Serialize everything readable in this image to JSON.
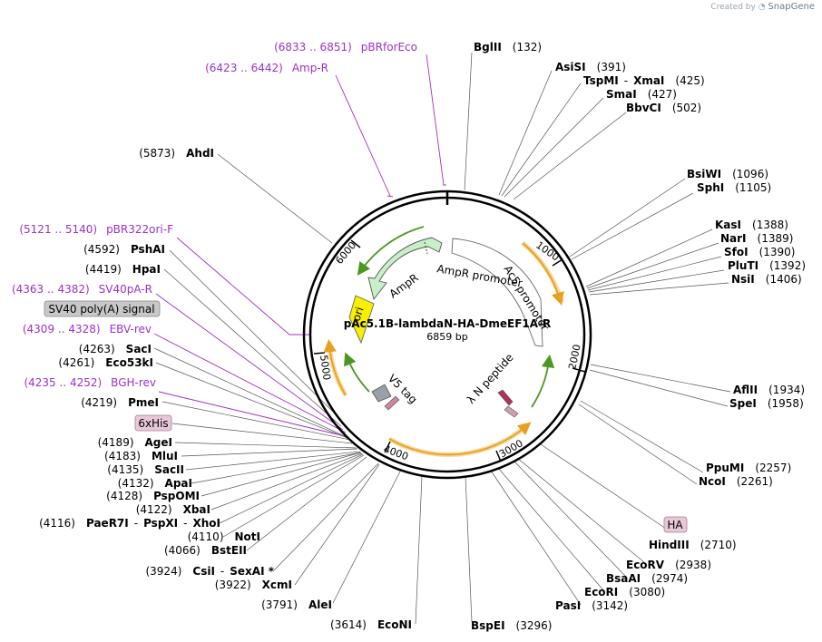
{
  "credit": {
    "prefix": "Created by",
    "brand": "SnapGene"
  },
  "plasmid": {
    "name": "pAc5.1B-lambdaN-HA-DmeEF1A-R",
    "length": "6859 bp"
  },
  "ticks": [
    "1000",
    "2000",
    "3000",
    "4000",
    "5000",
    "6000"
  ],
  "features": {
    "ampr": "AmpR",
    "ampr_promoter": "AmpR promoter",
    "ac5_promoter": "Ac5 promoter",
    "ori": "ori",
    "v5_tag": "V5 tag",
    "lambda_n": "λ N peptide"
  },
  "colors": {
    "orange": "#f0b030",
    "green_arrow": "#5aa828",
    "ampr_fill": "#c8f0c8",
    "ori_fill": "#f8f000",
    "primer": "#9b30c8",
    "v5_fill": "#9aa0a8",
    "lambda_fill": "#b03060",
    "feature_box_his": "#e8c8d8",
    "feature_box_sv40": "#c8c8c8"
  },
  "labels": [
    {
      "id": "bglii",
      "name": "BglII",
      "pos": "(132)"
    },
    {
      "id": "asisi",
      "name": "AsiSI",
      "pos": "(391)"
    },
    {
      "id": "tspmi",
      "name": "TspMI",
      "name2": "XmaI",
      "pos": "(425)"
    },
    {
      "id": "smai",
      "name": "SmaI",
      "pos": "(427)"
    },
    {
      "id": "bbvci",
      "name": "BbvCI",
      "pos": "(502)"
    },
    {
      "id": "bsiwi",
      "name": "BsiWI",
      "pos": "(1096)"
    },
    {
      "id": "sphi",
      "name": "SphI",
      "pos": "(1105)"
    },
    {
      "id": "kasi",
      "name": "KasI",
      "pos": "(1388)"
    },
    {
      "id": "nari",
      "name": "NarI",
      "pos": "(1389)"
    },
    {
      "id": "sfoi",
      "name": "SfoI",
      "pos": "(1390)"
    },
    {
      "id": "pluti",
      "name": "PluTI",
      "pos": "(1392)"
    },
    {
      "id": "nsii",
      "name": "NsiI",
      "pos": "(1406)"
    },
    {
      "id": "aflii",
      "name": "AflII",
      "pos": "(1934)"
    },
    {
      "id": "spei",
      "name": "SpeI",
      "pos": "(1958)"
    },
    {
      "id": "ppumi",
      "name": "PpuMI",
      "pos": "(2257)"
    },
    {
      "id": "ncoi",
      "name": "NcoI",
      "pos": "(2261)"
    },
    {
      "id": "hindiii",
      "name": "HindIII",
      "pos": "(2710)"
    },
    {
      "id": "ecorv",
      "name": "EcoRV",
      "pos": "(2938)"
    },
    {
      "id": "bsaai",
      "name": "BsaAI",
      "pos": "(2974)"
    },
    {
      "id": "ecori",
      "name": "EcoRI",
      "pos": "(3080)"
    },
    {
      "id": "pasi",
      "name": "PasI",
      "pos": "(3142)"
    },
    {
      "id": "bspei",
      "name": "BspEI",
      "pos": "(3296)"
    },
    {
      "id": "econi",
      "name": "EcoNI",
      "pos": "(3614)"
    },
    {
      "id": "alei",
      "name": "AleI",
      "pos": "(3791)"
    },
    {
      "id": "xcmi",
      "name": "XcmI",
      "pos": "(3922)"
    },
    {
      "id": "csii",
      "name": "CsiI",
      "name2": "SexAI *",
      "pos": "(3924)"
    },
    {
      "id": "bsteii",
      "name": "BstEII",
      "pos": "(4066)"
    },
    {
      "id": "noti",
      "name": "NotI",
      "pos": "(4110)"
    },
    {
      "id": "paer7i",
      "name": "PaeR7I",
      "name2": "PspXI",
      "name3": "XhoI",
      "pos": "(4116)"
    },
    {
      "id": "xbai",
      "name": "XbaI",
      "pos": "(4122)"
    },
    {
      "id": "pspomi",
      "name": "PspOMI",
      "pos": "(4128)"
    },
    {
      "id": "apai",
      "name": "ApaI",
      "pos": "(4132)"
    },
    {
      "id": "sacii",
      "name": "SacII",
      "pos": "(4135)"
    },
    {
      "id": "mlui",
      "name": "MluI",
      "pos": "(4183)"
    },
    {
      "id": "agei",
      "name": "AgeI",
      "pos": "(4189)"
    },
    {
      "id": "pmei",
      "name": "PmeI",
      "pos": "(4219)"
    },
    {
      "id": "eco53ki",
      "name": "Eco53kI",
      "pos": "(4261)"
    },
    {
      "id": "saci",
      "name": "SacI",
      "pos": "(4263)"
    },
    {
      "id": "hpai",
      "name": "HpaI",
      "pos": "(4419)"
    },
    {
      "id": "pshai",
      "name": "PshAI",
      "pos": "(4592)"
    },
    {
      "id": "ahdi",
      "name": "AhdI",
      "pos": "(5873)"
    }
  ],
  "primers": [
    {
      "id": "pbrforeco",
      "name": "pBRforEco",
      "pos": "(6833 .. 6851)"
    },
    {
      "id": "ampr_primer",
      "name": "Amp-R",
      "pos": "(6423 .. 6442)"
    },
    {
      "id": "pbr322ori",
      "name": "pBR322ori-F",
      "pos": "(5121 .. 5140)"
    },
    {
      "id": "sv40pa",
      "name": "SV40pA-R",
      "pos": "(4363 .. 4382)"
    },
    {
      "id": "ebvrev",
      "name": "EBV-rev",
      "pos": "(4309 .. 4328)"
    },
    {
      "id": "bghrev",
      "name": "BGH-rev",
      "pos": "(4235 .. 4252)"
    }
  ],
  "boxed": {
    "sv40": "SV40 poly(A) signal",
    "his": "6xHis",
    "ha": "HA"
  }
}
